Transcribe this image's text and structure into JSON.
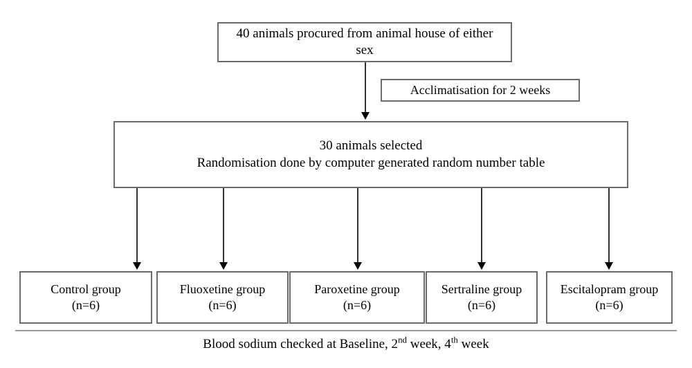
{
  "diagram": {
    "title": "Animal study randomisation flowchart",
    "type": "flowchart",
    "nodes": {
      "procurement": {
        "line1": "40 animals procured from animal house of either",
        "line2": "sex"
      },
      "acclimatisation": {
        "label": "Acclimatisation for 2 weeks"
      },
      "randomisation": {
        "line1": "30 animals selected",
        "line2": "Randomisation done by computer generated random number table"
      }
    },
    "groups": [
      {
        "name": "Control group",
        "count": "(n=6)"
      },
      {
        "name": "Fluoxetine group",
        "count": "(n=6)"
      },
      {
        "name": "Paroxetine group",
        "count": "(n=6)"
      },
      {
        "name": "Sertraline group",
        "count": "(n=6)"
      },
      {
        "name": "Escitalopram group",
        "count": "(n=6)"
      }
    ],
    "footer": {
      "part1": "Blood sodium checked at Baseline, 2",
      "sup1": "nd",
      "part2": " week, 4",
      "sup2": "th",
      "part3": " week"
    },
    "colors": {
      "box_border": "#6b6b6b",
      "connector": "#333333",
      "arrow_head": "#000000",
      "rule": "#9a9a9a",
      "background": "#ffffff",
      "text": "#000000"
    }
  }
}
